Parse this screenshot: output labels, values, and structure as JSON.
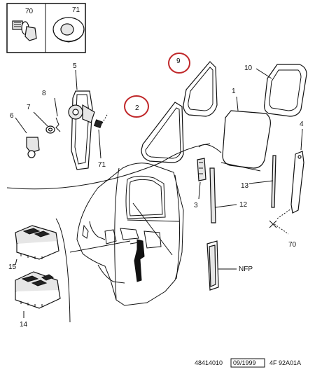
{
  "labels": {
    "l70_top": "70",
    "l71_top": "71",
    "l9": "9",
    "l10": "10",
    "l5": "5",
    "l8": "8",
    "l7": "7",
    "l6": "6",
    "l2": "2",
    "l1": "1",
    "l4": "4",
    "l71": "71",
    "l3": "3",
    "l13": "13",
    "l12": "12",
    "l70": "70",
    "l15": "15",
    "l14": "14",
    "lnfp": "NFP"
  },
  "footer": {
    "ref": "48414010",
    "date": "09/1999",
    "code": "4F 92A01A"
  },
  "colors": {
    "highlight": "#c0282a",
    "ink": "#111111"
  }
}
